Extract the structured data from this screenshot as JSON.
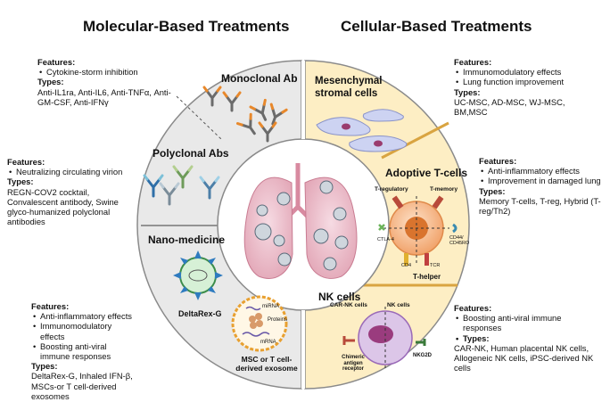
{
  "titles": {
    "left": "Molecular-Based Treatments",
    "right": "Cellular-Based Treatments"
  },
  "colors": {
    "left_sector": "#e9e9e9",
    "right_sector": "#fdeec4",
    "ring_stroke": "#8a8a8a",
    "right_stroke": "#d9a441"
  },
  "sectors": {
    "monoclonal": "Monoclonal Ab",
    "polyclonal": "Polyclonal Abs",
    "nano": "Nano-medicine",
    "deltarex": "DeltaRex-G",
    "exosome": "MSC or T cell-derived exosome",
    "exosome_parts": [
      "miRNA",
      "Proteins",
      "mRNA"
    ],
    "msc": "Mesenchymal stromal cells",
    "adoptive": "Adoptive T-cells",
    "t_regulatory": "T-regulatory",
    "t_memory": "T-memory",
    "t_helper": "T-helper",
    "ctla4": "CTLA-4",
    "cd44": "CD44/ CD45RO",
    "cd4": "CD4",
    "tcr": "TCR",
    "nk": "NK cells",
    "car_nk": "CAR-NK cells",
    "nk_cells": "NK cells",
    "car": "Chimeric antigen receptor",
    "nkg2d": "NKG2D"
  },
  "panels": {
    "mono": {
      "features_h": "Features:",
      "features": [
        "Cytokine-storm inhibition"
      ],
      "types_h": "Types:",
      "types": "Anti-IL1ra, Anti-IL6, Anti-TNFα, Anti-GM-CSF, Anti-IFNγ"
    },
    "poly": {
      "features_h": "Features:",
      "features": [
        "Neutralizing circulating virion"
      ],
      "types_h": "Types:",
      "types": "REGN-COV2 cocktail, Convalescent antibody, Swine glyco-humanized polyclonal antibodies"
    },
    "nano": {
      "features_h": "Features:",
      "features": [
        "Anti-inflammatory effects",
        "Immunomodulatory effects",
        "Boosting anti-viral immune responses"
      ],
      "types_h": "Types:",
      "types": "DeltaRex-G, Inhaled IFN-β, MSCs-or T cell-derived exosomes"
    },
    "msc": {
      "features_h": "Features:",
      "features": [
        "Immunomodulatory effects",
        "Lung function improvement"
      ],
      "types_h": "Types:",
      "types": "UC-MSC, AD-MSC, WJ-MSC, BM,MSC"
    },
    "tcell": {
      "features_h": "Features:",
      "features": [
        "Anti-inflammatory effects",
        "Improvement in damaged lung"
      ],
      "types_h": "Types:",
      "types": "Memory T-cells, T-reg, Hybrid (T-reg/Th2)"
    },
    "nk": {
      "features_h": "Features:",
      "features": [
        "Boosting anti-viral immune responses"
      ],
      "types_h": "Types:",
      "types": "CAR-NK, Human placental NK cells, Allogeneic NK cells, iPSC-derived NK cells"
    }
  }
}
